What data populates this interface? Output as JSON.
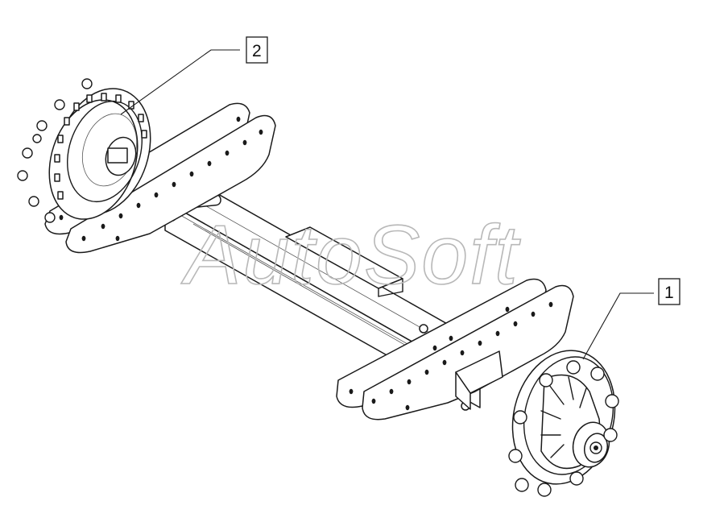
{
  "callouts": [
    {
      "label": "1"
    },
    {
      "label": "2"
    }
  ],
  "watermark": {
    "text": "AutoSoft"
  },
  "colors": {
    "line": "#1a1a1a",
    "watermark": "#b8b8b8",
    "background": "#ffffff"
  }
}
